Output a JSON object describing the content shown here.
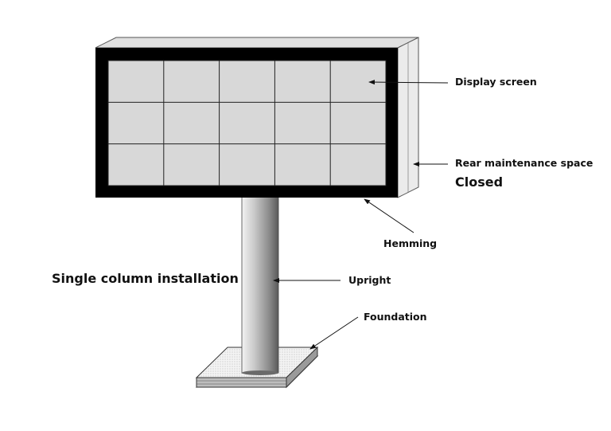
{
  "labels": {
    "display_screen": "Display screen",
    "rear_maintenance": "Rear maintenance space",
    "closed": "Closed",
    "hemming": "Hemming",
    "single_column": "Single column installation",
    "upright": "Upright",
    "foundation": "Foundation"
  },
  "colors": {
    "frame": "#000000",
    "screen_panel": "#d8d8d8",
    "grid_line": "#222222",
    "side_panel": "#e6e6e6",
    "top_panel": "#dddddd",
    "foundation_top": "#eeeeee"
  },
  "screen_grid": {
    "columns": 5,
    "rows": 3
  }
}
